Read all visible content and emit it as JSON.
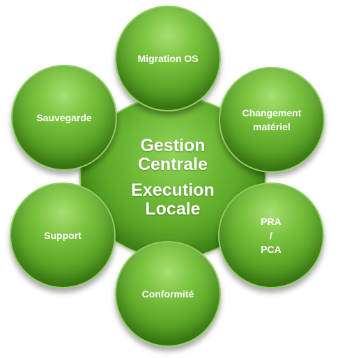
{
  "center": {
    "line1": "Gestion",
    "line2": "Centrale",
    "line3": "Execution",
    "line4": "Locale"
  },
  "satellites": {
    "migration": "Migration OS",
    "sauvegarde": "Sauvegarde",
    "changement_1": "Changement",
    "changement_2": "matériel",
    "support": "Support",
    "pra_1": "PRA",
    "pra_2": "/",
    "pra_3": "PCA",
    "conformite": "Conformité"
  },
  "colors": {
    "circle_fill": "#5fab2a",
    "circle_highlight": "#a7de73",
    "circle_edge": "#3c7f12",
    "text": "#ffffff"
  }
}
